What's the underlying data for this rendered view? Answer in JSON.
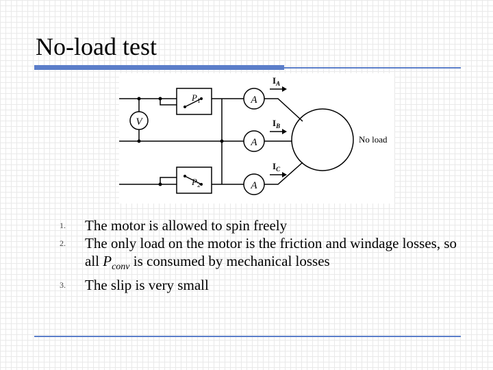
{
  "slide": {
    "title": "No-load test"
  },
  "diagram": {
    "wattmeter_1_letter": "P",
    "wattmeter_1_sub": "1",
    "wattmeter_2_letter": "P",
    "wattmeter_2_sub": "2",
    "voltmeter_label": "V",
    "ammeter_label": "A",
    "current_a_letter": "I",
    "current_a_sub": "A",
    "current_b_letter": "I",
    "current_b_sub": "B",
    "current_c_letter": "I",
    "current_c_sub": "C",
    "motor_label": "No load"
  },
  "bullets": [
    {
      "number": "1.",
      "text": "The motor is allowed to spin freely"
    },
    {
      "number": "2.",
      "text_before": "The only load on the motor is the friction and windage losses, so all ",
      "symbol": "P",
      "symbol_sub": "conv",
      "text_after": " is consumed by mechanical losses"
    },
    {
      "number": "3.",
      "text": "The slip is very small"
    }
  ],
  "colors": {
    "accent": "#5b7ec9",
    "grid": "#e9e9e9"
  }
}
